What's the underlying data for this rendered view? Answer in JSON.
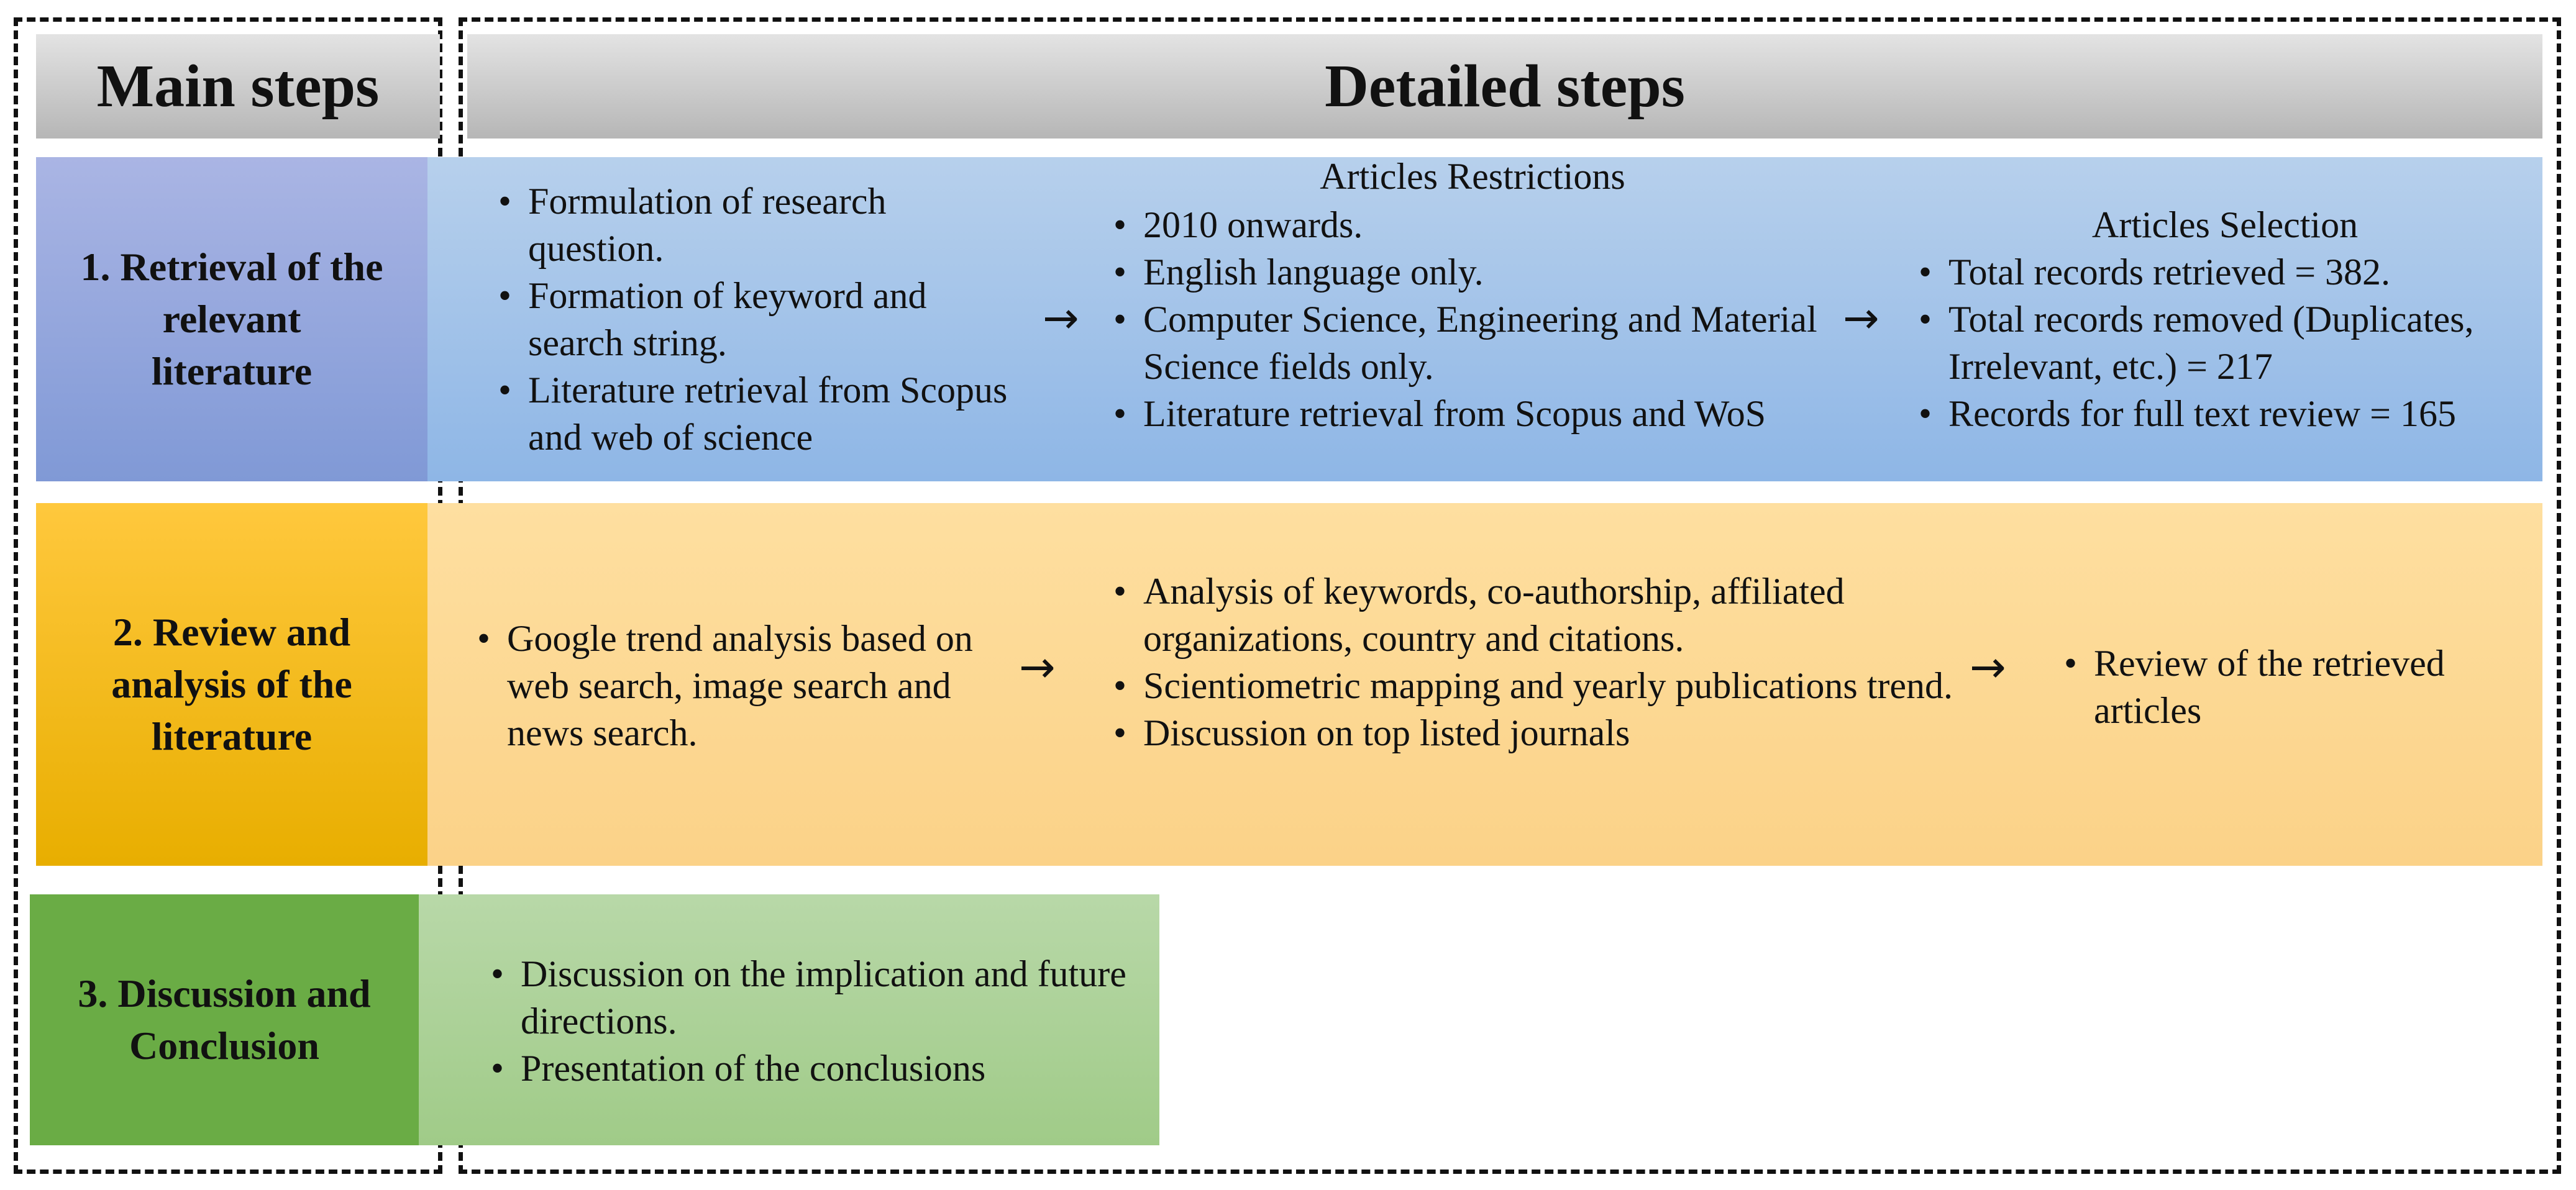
{
  "headers": {
    "main": "Main steps",
    "detailed": "Detailed steps"
  },
  "steps": [
    {
      "label_lines": [
        "1. Retrieval of the",
        "relevant",
        "literature"
      ],
      "col_a": [
        "Formulation of research question.",
        "Formation of keyword and search string.",
        "Literature retrieval from Scopus and web of science"
      ],
      "col_b_title": "Articles Restrictions",
      "col_b": [
        "2010 onwards.",
        "English language only.",
        "Computer Science, Engineering and Material Science fields only.",
        "Literature retrieval from Scopus and WoS"
      ],
      "col_c_title": "Articles Selection",
      "col_c": [
        "Total records retrieved = 382.",
        "Total records removed (Duplicates, Irrelevant, etc.) = 217",
        "Records for full text review = 165"
      ]
    },
    {
      "label_lines": [
        "2. Review and",
        "analysis of the",
        "literature"
      ],
      "col_a": [
        "Google trend analysis based on web search, image search and news search."
      ],
      "col_b": [
        "Analysis of keywords, co-authorship, affiliated organizations, country and citations.",
        "Scientiometric mapping and yearly publications trend.",
        "Discussion on top listed journals"
      ],
      "col_c": [
        "Review of the retrieved articles"
      ]
    },
    {
      "label_lines": [
        "3. Discussion and",
        "Conclusion"
      ],
      "col_a": [
        "Discussion on the implication and future directions.",
        "Presentation of the conclusions"
      ]
    }
  ],
  "arrow_symbol": "→",
  "colors": {
    "header": "#c9c9c9",
    "step1": "#96a8dd",
    "step1_band": "#a3c2ea",
    "step2": "#f7bd16",
    "step2_band": "#fdd894",
    "step3": "#6aac45",
    "step3_band": "#acd196"
  }
}
